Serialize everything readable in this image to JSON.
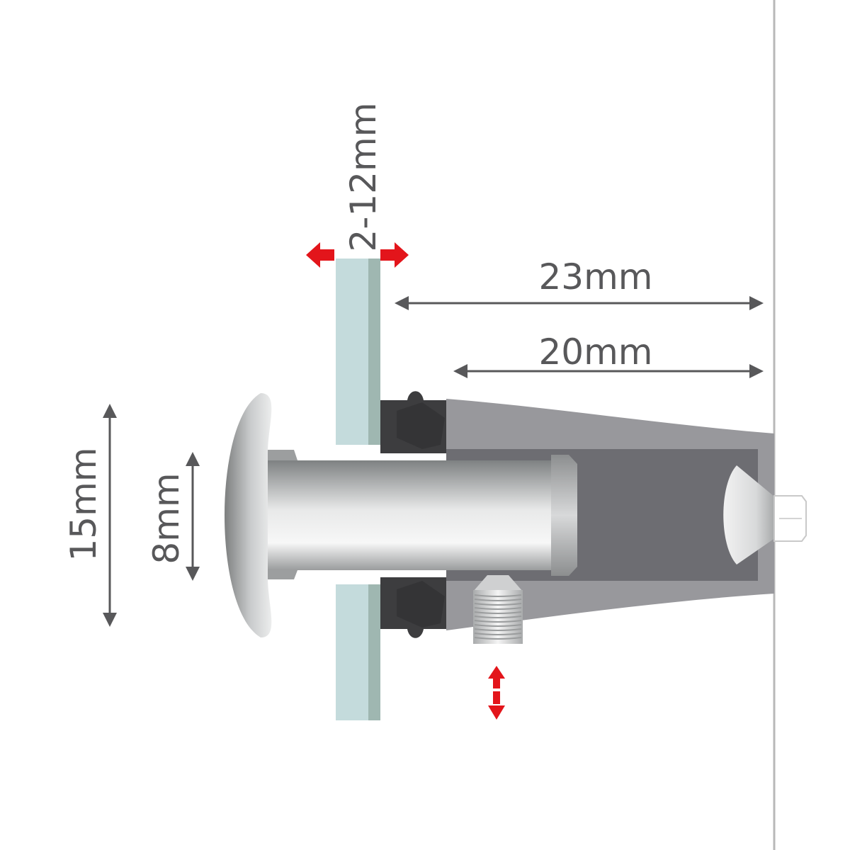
{
  "dimensions": {
    "glass_thickness": "2-12mm",
    "overall_standoff": "23mm",
    "barrel_length": "20mm",
    "head_diameter": "15mm",
    "bolt_diameter": "8mm"
  },
  "colors": {
    "background": "#ffffff",
    "dimension_line": "#58585a",
    "dimension_text": "#58585a",
    "adjust_arrow": "#e3151b",
    "glass_face": "#c4dbdc",
    "glass_edge": "#9fb7b1",
    "gasket": "#3d3d3f",
    "housing": "#98989c",
    "housing_cavity": "#6d6d72",
    "wall_line": "#b8b8b8"
  },
  "icons": {
    "glass_adjust": "double-arrow-horizontal-icon",
    "grub_screw_adjust": "double-arrow-vertical-icon"
  }
}
